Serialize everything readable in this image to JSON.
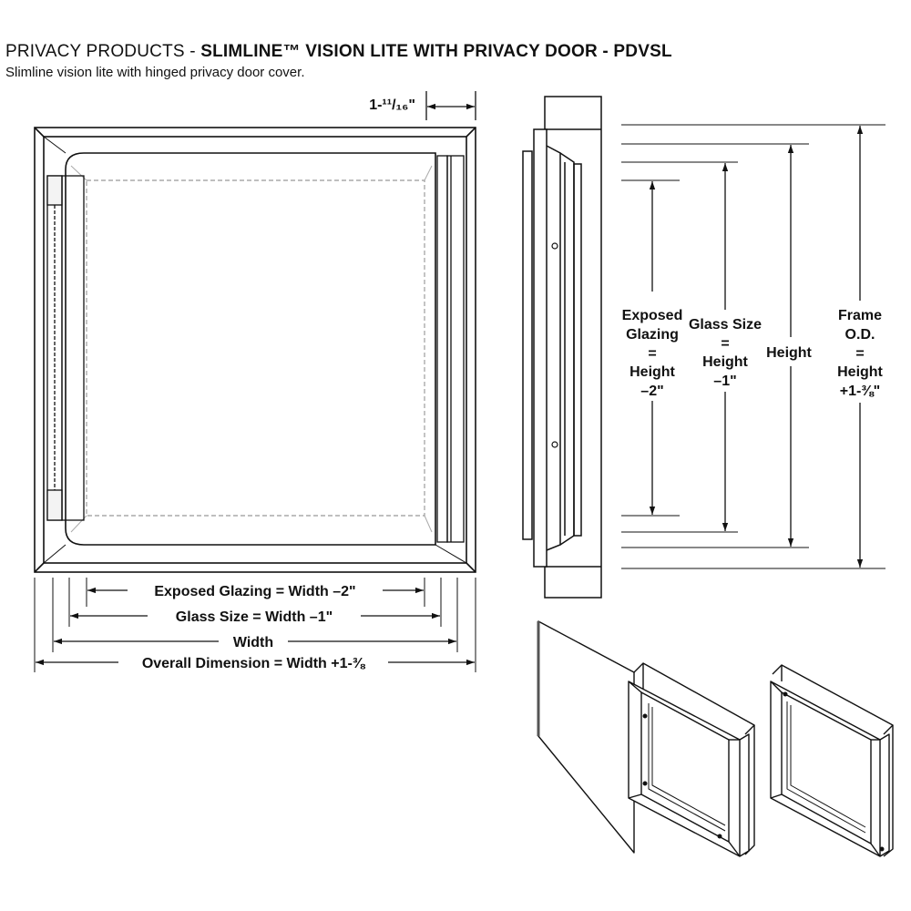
{
  "header": {
    "title_prefix": "PRIVACY PRODUCTS - ",
    "title_bold": "SLIMLINE™ VISION LITE WITH PRIVACY DOOR",
    "title_suffix": " - PDVSL",
    "subtitle": "Slimline vision lite with hinged privacy door cover."
  },
  "front_view": {
    "top_dimension": "1-¹¹/₁₆\"",
    "width_dims": {
      "exposed_glazing": "Exposed Glazing = Width –2\"",
      "glass_size": "Glass Size  = Width –1\"",
      "width": "Width",
      "overall": "Overall Dimension = Width +1-⅜"
    }
  },
  "side_view": {
    "height_dims": {
      "exposed_glazing": [
        "Exposed",
        "Glazing",
        "=",
        "Height",
        "–2\""
      ],
      "glass_size": [
        "Glass Size",
        "=",
        "Height",
        "–1\""
      ],
      "height": [
        "Height"
      ],
      "frame_od": [
        "Frame",
        "O.D.",
        "=",
        "Height",
        "+1-⅜\""
      ]
    }
  }
}
